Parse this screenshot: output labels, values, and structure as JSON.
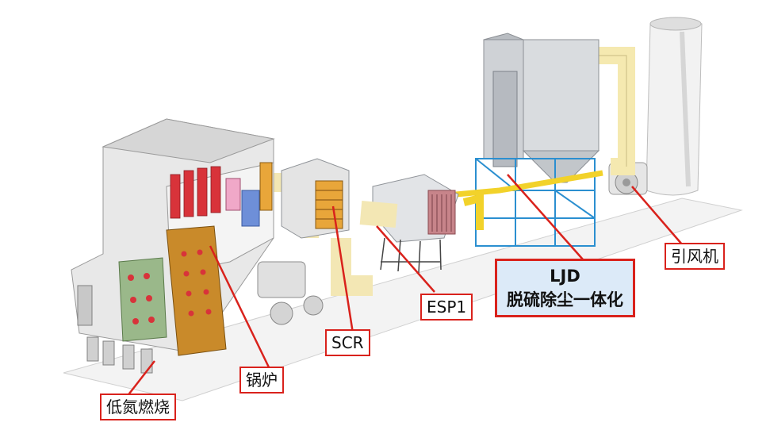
{
  "labels": {
    "low_nox": "低氮燃烧",
    "boiler": "锅炉",
    "scr": "SCR",
    "esp1": "ESP1",
    "ljd_line1": "LJD",
    "ljd_line2": "脱硫除尘一体化",
    "fan": "引风机"
  },
  "colors": {
    "leader": "#d9221c",
    "callout_fill": "#dceaf8",
    "duct": "#f5e9b0",
    "steel": "#2b8fd0",
    "boiler_brown": "#c98a2a",
    "tube_red": "#d8333a",
    "shell": "#e7e7e7"
  }
}
